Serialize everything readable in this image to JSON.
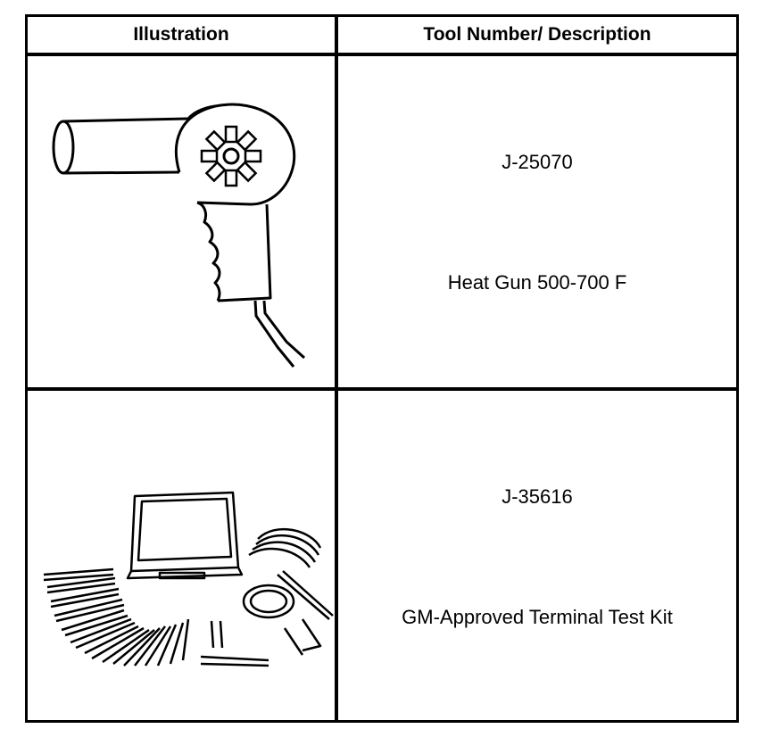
{
  "table": {
    "headers": {
      "illustration": "Illustration",
      "description": "Tool Number/ Description"
    },
    "rows": [
      {
        "tool_number": "J-25070",
        "description": "Heat Gun 500-700 F",
        "illustration_icon": "heat-gun-icon"
      },
      {
        "tool_number": "J-35616",
        "description": "GM-Approved Terminal Test Kit",
        "illustration_icon": "terminal-test-kit-icon"
      }
    ]
  }
}
